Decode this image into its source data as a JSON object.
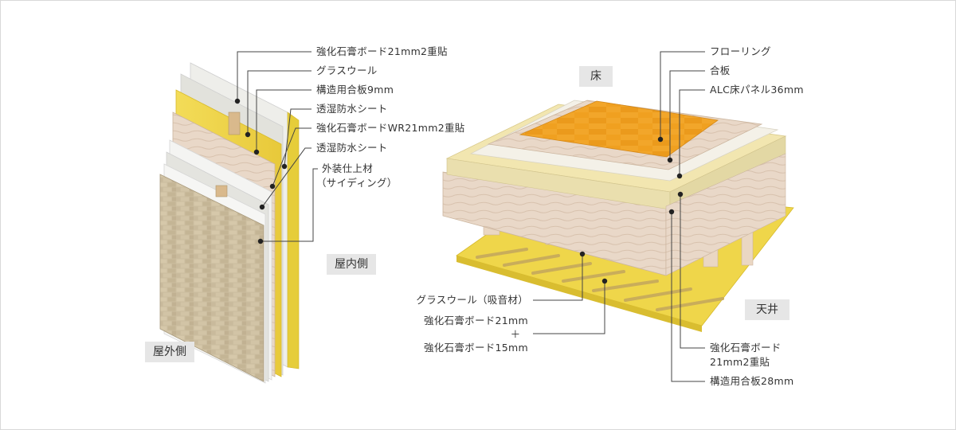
{
  "wall": {
    "labels": [
      "強化石膏ボード21mm2重貼",
      "グラスウール",
      "構造用合板9mm",
      "透湿防水シート",
      "強化石膏ボードWR21mm2重貼",
      "透湿防水シート",
      "外装仕上材",
      "（サイディング）"
    ],
    "tag_inside": "屋内側",
    "tag_outside": "屋外側"
  },
  "floor": {
    "tag_floor": "床",
    "tag_ceiling": "天井",
    "labels_right": [
      "フローリング",
      "合板",
      "ALC床パネル36mm"
    ],
    "labels_bottom_right": [
      "強化石膏ボード",
      "21mm2重貼",
      "構造用合板28mm"
    ],
    "labels_left": [
      "グラスウール（吸音材）",
      "強化石膏ボード21mm",
      "＋",
      "強化石膏ボード15mm"
    ]
  },
  "colors": {
    "leader": "#444444",
    "tag_bg": "#e6e6e6",
    "insulation": "#f0d94a",
    "flooring": "#f0a020",
    "plywood": "#e8d6c4",
    "brick": "#c8b89a"
  }
}
